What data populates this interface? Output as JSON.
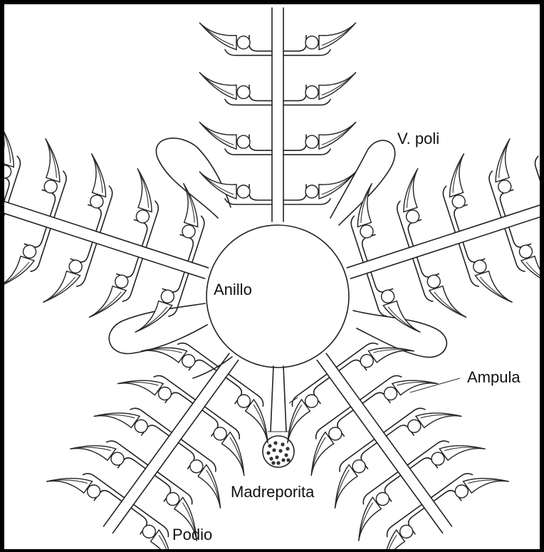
{
  "labels": {
    "anillo": "Anillo",
    "vpoli": "V. poli",
    "ampula": "Ampula",
    "madreporita": "Madreporita",
    "podio": "Podio"
  },
  "colors": {
    "line": "#222222",
    "frame": "#000000",
    "background": "#ffffff"
  }
}
